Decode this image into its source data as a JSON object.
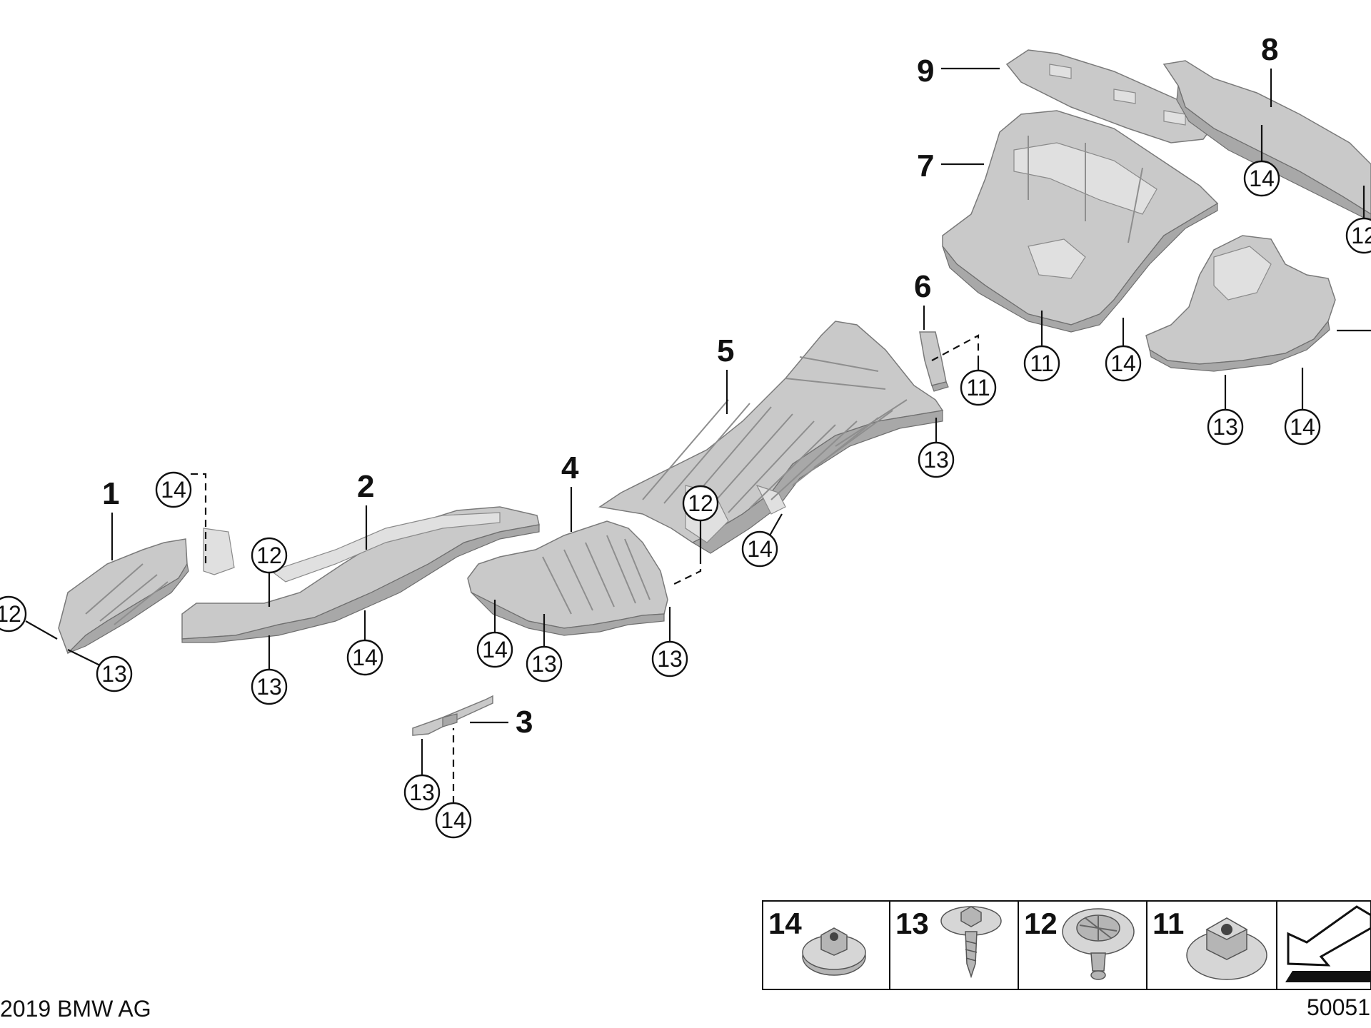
{
  "parts": {
    "p1": "1",
    "p2": "2",
    "p3": "3",
    "p4": "4",
    "p5": "5",
    "p6": "6",
    "p7": "7",
    "p8": "8",
    "p9": "9"
  },
  "callouts": {
    "c12_a": "12",
    "c13_a": "13",
    "c14_a": "14",
    "c12_b": "12",
    "c13_b": "13",
    "c14_b": "14",
    "c14_c": "14",
    "c13_c": "13",
    "c13_d": "13",
    "c12_c": "12",
    "c14_d": "14",
    "c13_e": "13",
    "c14_e": "14",
    "c11_a": "11",
    "c13_f": "13",
    "c11_b": "11",
    "c14_f": "14",
    "c14_g": "14",
    "c12_d": "12",
    "c13_g": "13",
    "c14_h": "14"
  },
  "legend": {
    "items": [
      "14",
      "13",
      "12",
      "11"
    ]
  },
  "footer": {
    "copyright": "2019 BMW AG",
    "diagram_id": "50051"
  }
}
